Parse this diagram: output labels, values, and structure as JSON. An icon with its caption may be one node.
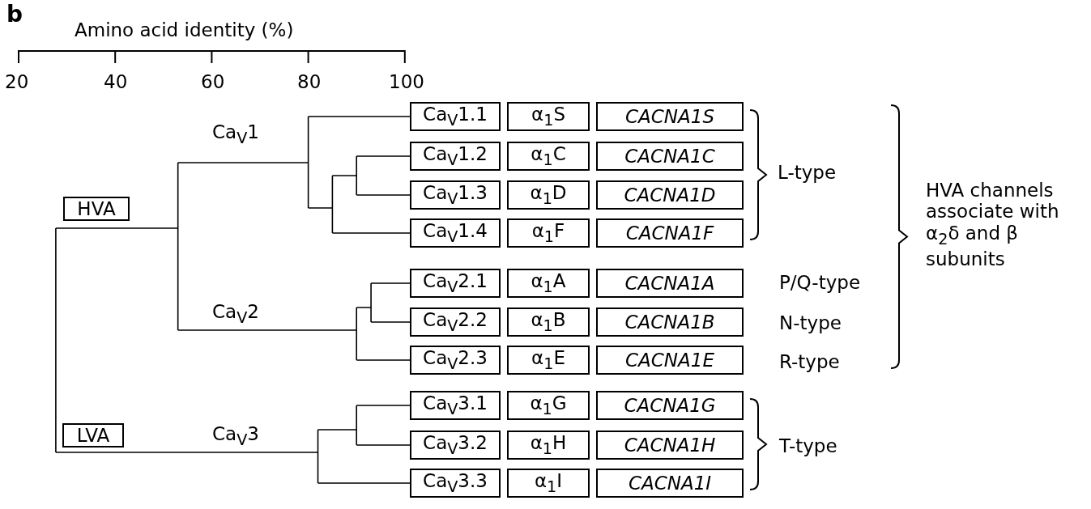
{
  "diagram": {
    "nodes": [
      {
        "text": [
          "HVA"
        ]
      },
      {
        "text": [
          "LVA"
        ]
      },
      {
        "text": [
          "Ca$_{V}$1.1"
        ]
      },
      {
        "text": [
          "α$_{1}$S"
        ]
      },
      {
        "text": [
          "CACNA1S"
        ]
      },
      {
        "text": [
          "Ca$_{V}$1.2"
        ]
      },
      {
        "text": [
          "α$_{1}$C"
        ]
      },
      {
        "text": [
          "CACNA1C"
        ]
      },
      {
        "text": [
          "Ca$_{V}$1.3"
        ]
      },
      {
        "text": [
          "α$_{1}$D"
        ]
      },
      {
        "text": [
          "CACNA1D"
        ]
      },
      {
        "text": [
          "Ca$_{V}$1.4"
        ]
      },
      {
        "text": [
          "α$_{1}$F"
        ]
      },
      {
        "text": [
          "CACNA1F"
        ]
      },
      {
        "text": [
          "Ca$_{V}$2.1"
        ]
      },
      {
        "text": [
          "α$_{1}$A"
        ]
      },
      {
        "text": [
          "CACNA1A"
        ]
      },
      {
        "text": [
          "Ca$_{V}$2.2"
        ]
      },
      {
        "text": [
          "α$_{1}$B"
        ]
      },
      {
        "text": [
          "CACNA1B"
        ]
      },
      {
        "text": [
          "Ca$_{V}$2.3"
        ]
      },
      {
        "text": [
          "α$_{1}$E"
        ]
      },
      {
        "text": [
          "CACNA1E"
        ]
      },
      {
        "text": [
          "Ca$_{V}$3.1"
        ]
      },
      {
        "text": [
          "α$_{1}$G"
        ]
      },
      {
        "text": [
          "CACNA1G"
        ]
      },
      {
        "text": [
          "Ca$_{V}$3.2"
        ]
      },
      {
        "text": [
          "α$_{1}$H"
        ]
      },
      {
        "text": [
          "CACNA1H"
        ]
      },
      {
        "text": [
          "Ca$_{V}$3.3"
        ]
      },
      {
        "text": [
          "α$_{1}$I"
        ]
      },
      {
        "text": [
          "CACNA1I"
        ]
      }
    ],
    "labels": [
      "b",
      "Amino acid identity (%)",
      "20",
      "40",
      "60",
      "80",
      "100",
      "Ca$_{V}$1",
      "L-type",
      "HVA channels associate with α$_{2}$δ and β subunits",
      "P/Q-type",
      "Ca$_{V}$2",
      "N-type",
      "R-type",
      "Ca$_{V}$3",
      "T-type"
    ]
  }
}
